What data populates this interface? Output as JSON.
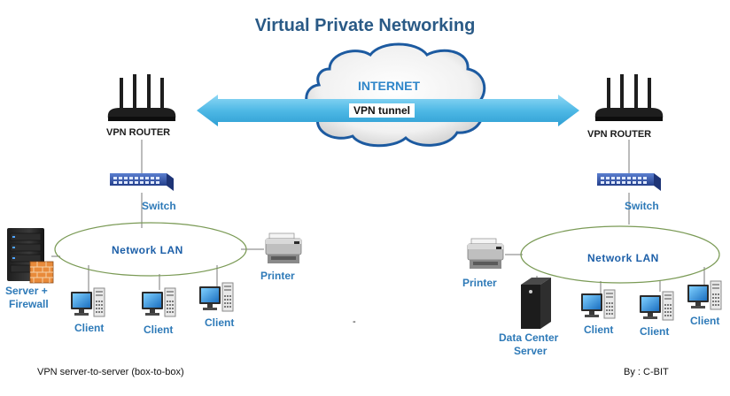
{
  "title": "Virtual Private Networking",
  "internet_label": "INTERNET",
  "tunnel_label": "VPN tunnel",
  "left_site": {
    "router_label": "VPN ROUTER",
    "switch_label": "Switch",
    "lan_label": "Network LAN",
    "printer_label": "Printer",
    "server_label_line1": "Server +",
    "server_label_line2": "Firewall",
    "client_label": "Client"
  },
  "right_site": {
    "router_label": "VPN ROUTER",
    "switch_label": "Switch",
    "lan_label": "Network LAN",
    "printer_label": "Printer",
    "server_label_line1": "Data Center",
    "server_label_line2": "Server",
    "client_label": "Client"
  },
  "separator_mark": "-",
  "footer_left": "VPN server-to-server (box-to-box)",
  "footer_right": "By : C-BIT",
  "colors": {
    "title": "#2a5a86",
    "label_blue": "#2e7ab8",
    "tunnel": "#5fc3ea",
    "cloud_outline": "#1c5aa0",
    "lan_outline": "#7a9a55",
    "switch": "#2f4fa0",
    "router": "#1e1e1e"
  }
}
